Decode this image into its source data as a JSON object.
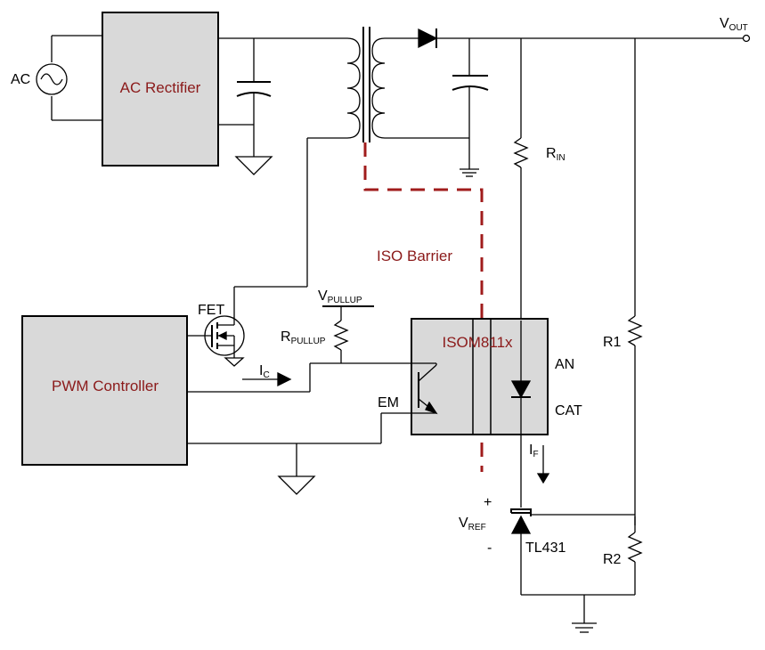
{
  "blocks": {
    "rectifier": "AC Rectifier",
    "pwm": "PWM Controller",
    "iso": "ISOM811x"
  },
  "labels": {
    "ac": "AC",
    "fet": "FET",
    "iso_barrier": "ISO Barrier",
    "vout_main": "V",
    "vout_sub": "OUT",
    "rin_main": "R",
    "rin_sub": "IN",
    "vpullup_main": "V",
    "vpullup_sub": "PULLUP",
    "rpullup_main": "R",
    "rpullup_sub": "PULLUP",
    "ic_main": "I",
    "ic_sub": "C",
    "if_main": "I",
    "if_sub": "F",
    "vref_main": "V",
    "vref_sub": "REF",
    "em": "EM",
    "an": "AN",
    "cat": "CAT",
    "r1": "R1",
    "r2": "R2",
    "tl431": "TL431",
    "plus": "+",
    "minus": "-"
  },
  "colors": {
    "block_fill": "#d9d9d9",
    "block_text": "#8b1a1a",
    "barrier": "#a01c1c",
    "wire": "#000000"
  }
}
